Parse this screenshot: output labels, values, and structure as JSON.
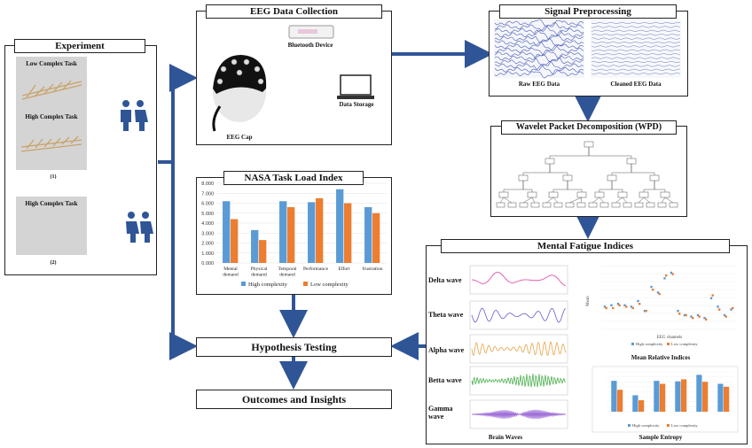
{
  "experiment": {
    "title": "Experiment",
    "low_task": "Low Complex Task",
    "high_task": "High Complex Task",
    "high_task2": "High Complex Task",
    "label1": "(1)",
    "label2": "(2)"
  },
  "eeg_collection": {
    "title": "EEG Data Collection",
    "bluetooth": "Bluetooth Device",
    "storage": "Data Storage",
    "cap": "EEG Cap"
  },
  "preprocessing": {
    "title": "Signal Preprocessing",
    "raw": "Raw EEG Data",
    "cleaned": "Cleaned EEG Data"
  },
  "wpd": {
    "title": "Wavelet Packet Decomposition (WPD)"
  },
  "nasa": {
    "title": "NASA Task Load Index",
    "chart_data": {
      "type": "bar",
      "categories": [
        "Mental demand",
        "Physical demand",
        "Temporal demand",
        "Performance",
        "Effort",
        "frustration"
      ],
      "series": [
        {
          "name": "High complexity",
          "values": [
            6.2,
            3.3,
            6.2,
            6.1,
            7.4,
            5.6
          ]
        },
        {
          "name": "Low complexity",
          "values": [
            4.4,
            2.3,
            5.6,
            6.5,
            6.0,
            5.0
          ]
        }
      ],
      "yticks": [
        "0.000",
        "1.000",
        "2.000",
        "3.000",
        "4.000",
        "5.000",
        "6.000",
        "7.000",
        "8.000"
      ],
      "ylim": [
        0,
        8
      ],
      "legend": "bottom",
      "colors": [
        "#5b9bd5",
        "#ed7d31"
      ]
    }
  },
  "hypothesis": {
    "title": "Hypothesis Testing"
  },
  "outcomes": {
    "title": "Outcomes and Insights"
  },
  "mental": {
    "title": "Mental Fatigue Indices",
    "waves": [
      "Delta wave",
      "Theta wave",
      "Alpha wave",
      "Betta wave",
      "Gamma wave"
    ],
    "wave_colors": [
      "#e040a0",
      "#6a5acd",
      "#e8a24a",
      "#4caf50",
      "#8a4fd0"
    ],
    "brain_waves": "Brain Waves",
    "mean_rel": "Mean Relative Indices",
    "sample_entropy": "Sample Entropy",
    "scatter_xlabel": "EEG channels",
    "scatter_ylabel": "Mean",
    "legend_high": "High complexity",
    "legend_low": "Low complexity"
  }
}
